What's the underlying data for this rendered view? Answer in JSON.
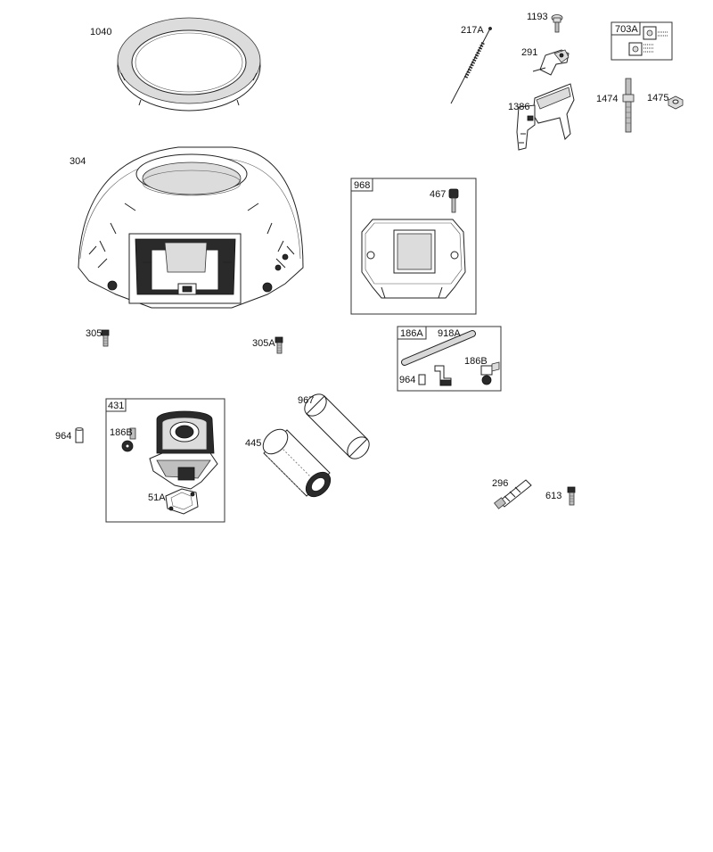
{
  "labels": {
    "p1040": "1040",
    "p304": "304",
    "p305": "305",
    "p305A": "305A",
    "p217A": "217A",
    "p1193": "1193",
    "p291": "291",
    "p703A": "703A",
    "p1386": "1386",
    "p1474": "1474",
    "p1475": "1475",
    "p968": "968",
    "p467": "467",
    "p186A": "186A",
    "p918A": "918A",
    "p186B_right": "186B",
    "p964_right": "964",
    "p964_left": "964",
    "p431": "431",
    "p186B_left": "186B",
    "p51A": "51A",
    "p967": "967",
    "p445": "445",
    "p296": "296",
    "p613": "613"
  }
}
